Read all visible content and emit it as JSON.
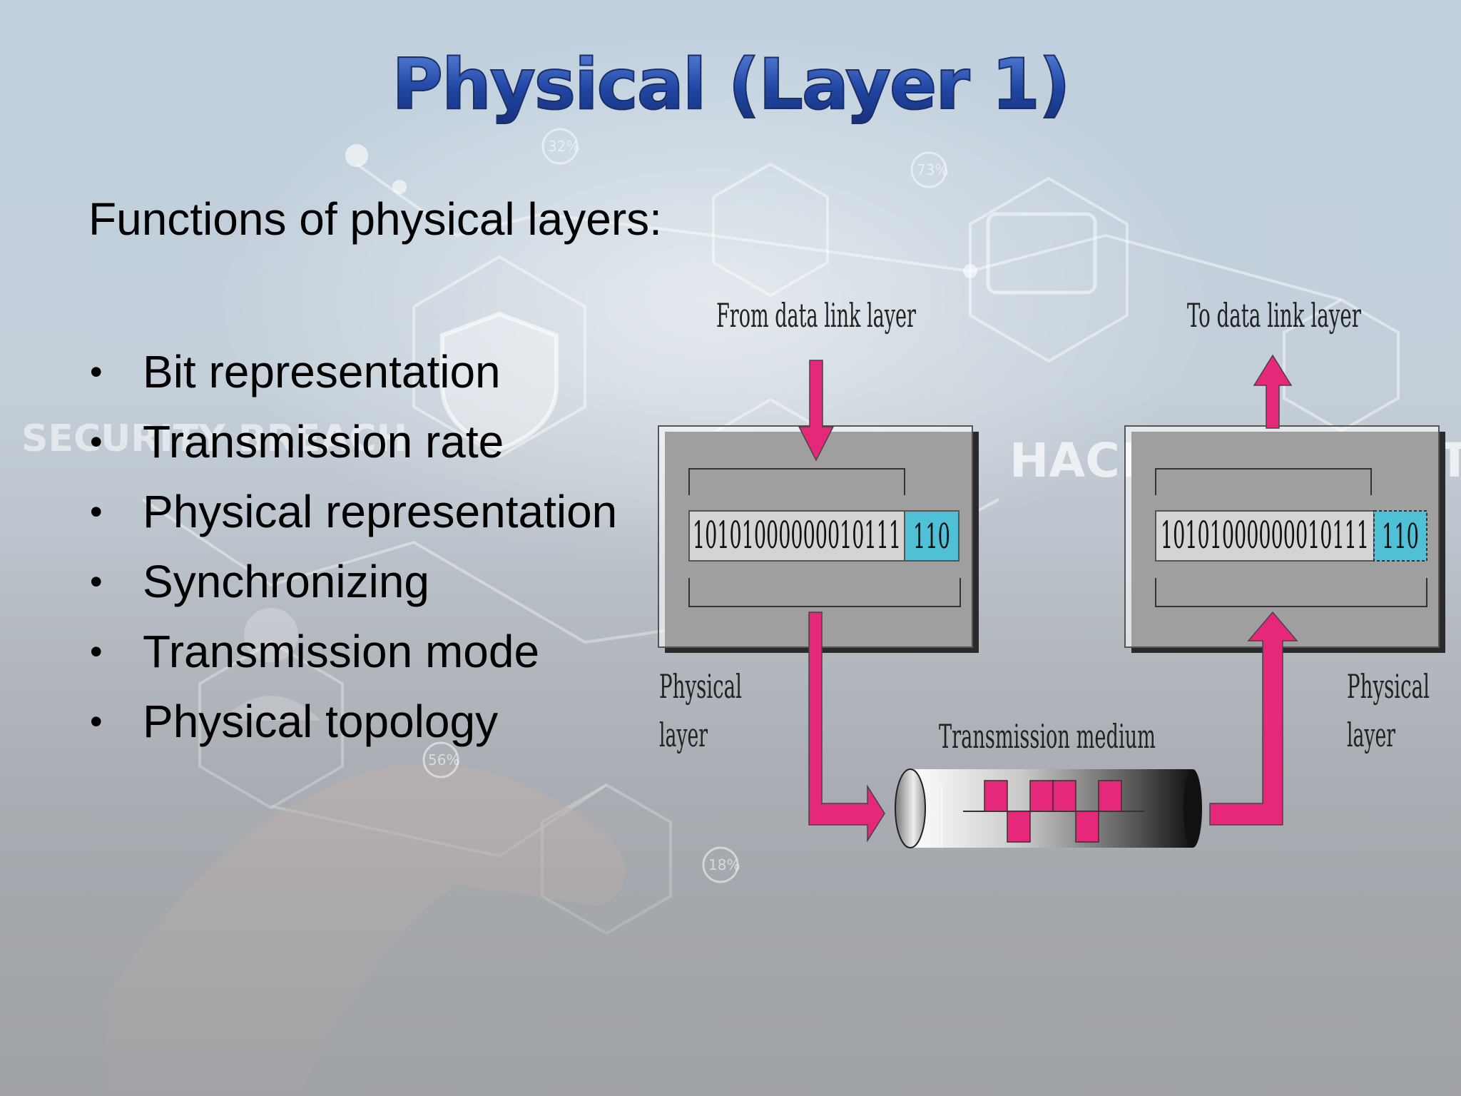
{
  "slide": {
    "title": "Physical (Layer 1)",
    "subtitle": "Functions of physical layers:",
    "bullets": [
      "Bit representation",
      "Transmission rate",
      "Physical representation",
      "Synchronizing",
      "Transmission mode",
      "Physical topology"
    ]
  },
  "background": {
    "words": [
      "SECURITY BREACH",
      "HACKING DETECTED"
    ],
    "badges": [
      "32%",
      "73%",
      "56%",
      "18%"
    ]
  },
  "diagram": {
    "from_label": "From data link layer",
    "to_label": "To data link layer",
    "left_bits": "10101000000010111",
    "left_tail": "110",
    "right_bits": "10101000000010111",
    "right_tail": "110",
    "physical_layer_left": [
      "Physical",
      "layer"
    ],
    "physical_layer_right": [
      "Physical",
      "layer"
    ],
    "medium_label": "Transmission medium",
    "colors": {
      "arrow": "#e6287a",
      "tail": "#4fc0d6",
      "bits_box": "#d4d4d4"
    }
  }
}
